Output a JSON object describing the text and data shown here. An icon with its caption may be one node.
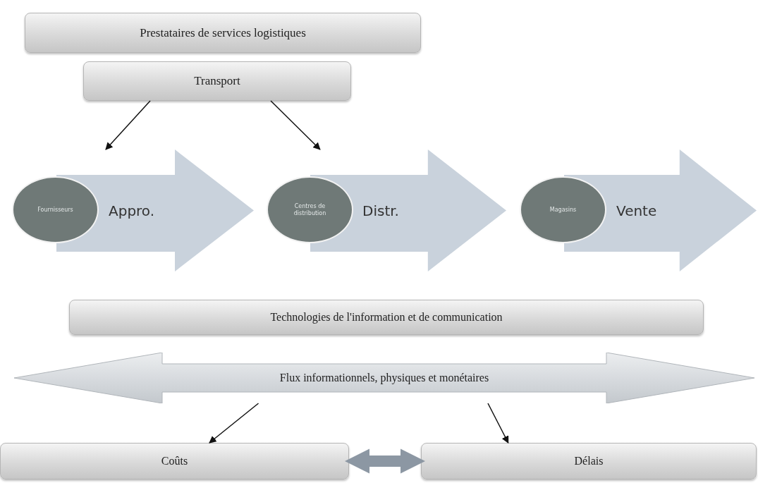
{
  "diagram": {
    "nodes": [
      {
        "text": [
          "Prestataires de services logistiques"
        ]
      },
      {
        "text": [
          "Transport"
        ]
      },
      {
        "text": [
          "Fournisseurs"
        ]
      },
      {
        "text": [
          "Appro."
        ]
      },
      {
        "text": [
          "Centres de distribution"
        ]
      },
      {
        "text": [
          "Distr."
        ]
      },
      {
        "text": [
          "Magasins"
        ]
      },
      {
        "text": [
          "Vente"
        ]
      },
      {
        "text": [
          "Technologies de l'information et de communication"
        ]
      },
      {
        "text": [
          "Flux informationnels, physiques et monétaires"
        ]
      },
      {
        "text": [
          "Coûts"
        ]
      },
      {
        "text": [
          "Délais"
        ]
      }
    ],
    "edges": [
      {
        "from": 1,
        "to": 3,
        "arrow": "to"
      },
      {
        "from": 1,
        "to": 5,
        "arrow": "to"
      },
      {
        "from": 9,
        "to": 10,
        "arrow": "to"
      },
      {
        "from": 9,
        "to": 11,
        "arrow": "to"
      },
      {
        "from": 10,
        "to": 11,
        "arrow": "both",
        "style": "thick",
        "color": "#8c97a3"
      }
    ]
  }
}
